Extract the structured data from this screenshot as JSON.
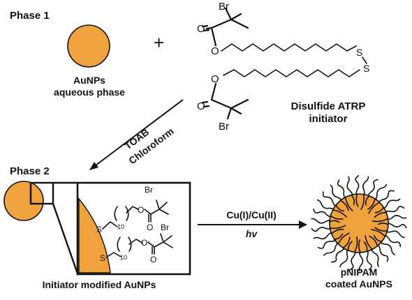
{
  "phase1": {
    "label": "Phase 1"
  },
  "plus": "+",
  "aunp": {
    "line1": "AuNPs",
    "line2": "aqueous phase",
    "color": "#F0A23F"
  },
  "initiator": {
    "line1": "Disulfide ATRP",
    "line2": "initiator"
  },
  "atoms": {
    "br": "Br",
    "o": "O",
    "s": "S"
  },
  "arrow1": {
    "reagent1": "TOAB",
    "reagent2": "Chloroform"
  },
  "phase2": {
    "label": "Phase 2"
  },
  "modified": {
    "label": "Initiator modified AuNPs",
    "subscript": "10"
  },
  "arrow2": {
    "top": "Cu(I)/Cu(II)",
    "bottom": "hv"
  },
  "coated": {
    "line1": "pNIPAM",
    "line2": "coated AuNPS"
  }
}
